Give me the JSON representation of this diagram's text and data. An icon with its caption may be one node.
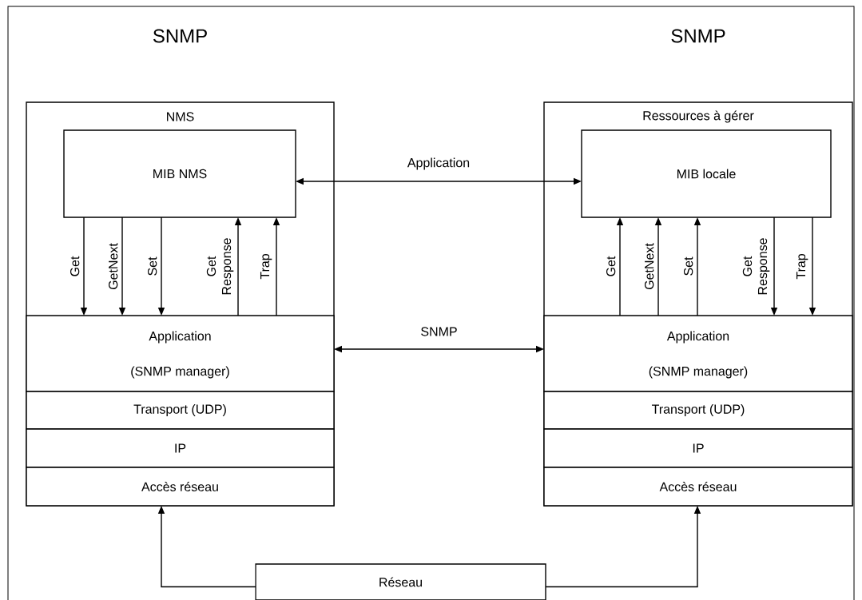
{
  "diagram": {
    "nodes": [
      {
        "text": [
          "SNMP",
          "NMS"
        ]
      },
      {
        "text": [
          "MIB NMS"
        ],
        "in": 0
      },
      {
        "text": [
          "Application",
          "(SNMP manager)"
        ],
        "in": 0
      },
      {
        "text": [
          "Transport (UDP)"
        ],
        "in": 0
      },
      {
        "text": [
          "IP"
        ],
        "in": 0
      },
      {
        "text": [
          "Accès réseau"
        ],
        "in": 0
      },
      {
        "text": [
          "SNMP",
          "Ressources à gérer"
        ]
      },
      {
        "text": [
          "MIB locale"
        ],
        "in": 6
      },
      {
        "text": [
          "Application",
          "(SNMP manager)"
        ],
        "in": 6
      },
      {
        "text": [
          "Transport (UDP)"
        ],
        "in": 6
      },
      {
        "text": [
          "IP"
        ],
        "in": 6
      },
      {
        "text": [
          "Accès réseau"
        ],
        "in": 6
      },
      {
        "text": [
          "Réseau"
        ]
      }
    ],
    "edges": [
      {
        "from": 1,
        "to": 7,
        "arrow": "both",
        "label": "Application"
      },
      {
        "from": 2,
        "to": 8,
        "arrow": "both",
        "label": "SNMP"
      },
      {
        "from": 1,
        "to": 2,
        "arrow": "to",
        "label": "Get"
      },
      {
        "from": 1,
        "to": 2,
        "arrow": "to",
        "label": "GetNext"
      },
      {
        "from": 1,
        "to": 2,
        "arrow": "to",
        "label": "Set"
      },
      {
        "from": 2,
        "to": 1,
        "arrow": "to",
        "label": "Get Response"
      },
      {
        "from": 2,
        "to": 1,
        "arrow": "to",
        "label": "Trap"
      },
      {
        "from": 8,
        "to": 7,
        "arrow": "to",
        "label": "Get"
      },
      {
        "from": 8,
        "to": 7,
        "arrow": "to",
        "label": "GetNext"
      },
      {
        "from": 8,
        "to": 7,
        "arrow": "to",
        "label": "Set"
      },
      {
        "from": 7,
        "to": 8,
        "arrow": "to",
        "label": "Get Response"
      },
      {
        "from": 7,
        "to": 8,
        "arrow": "to",
        "label": "Trap"
      },
      {
        "from": 12,
        "to": 5,
        "arrow": "to"
      },
      {
        "from": 12,
        "to": 11,
        "arrow": "to"
      }
    ]
  }
}
